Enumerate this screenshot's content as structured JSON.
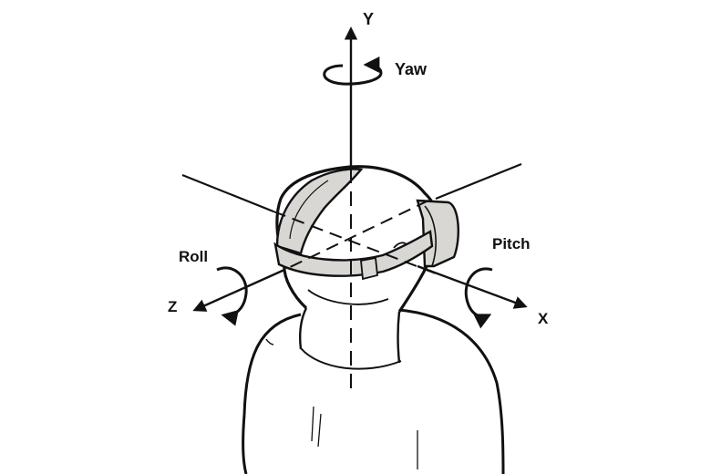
{
  "diagram": {
    "axes": {
      "y_label": "Y",
      "x_label": "X",
      "z_label": "Z"
    },
    "rotations": {
      "yaw_label": "Yaw",
      "pitch_label": "Pitch",
      "roll_label": "Roll"
    },
    "colors": {
      "line": "#111111",
      "strap": "#d9d7d3",
      "background": "#ffffff"
    }
  }
}
